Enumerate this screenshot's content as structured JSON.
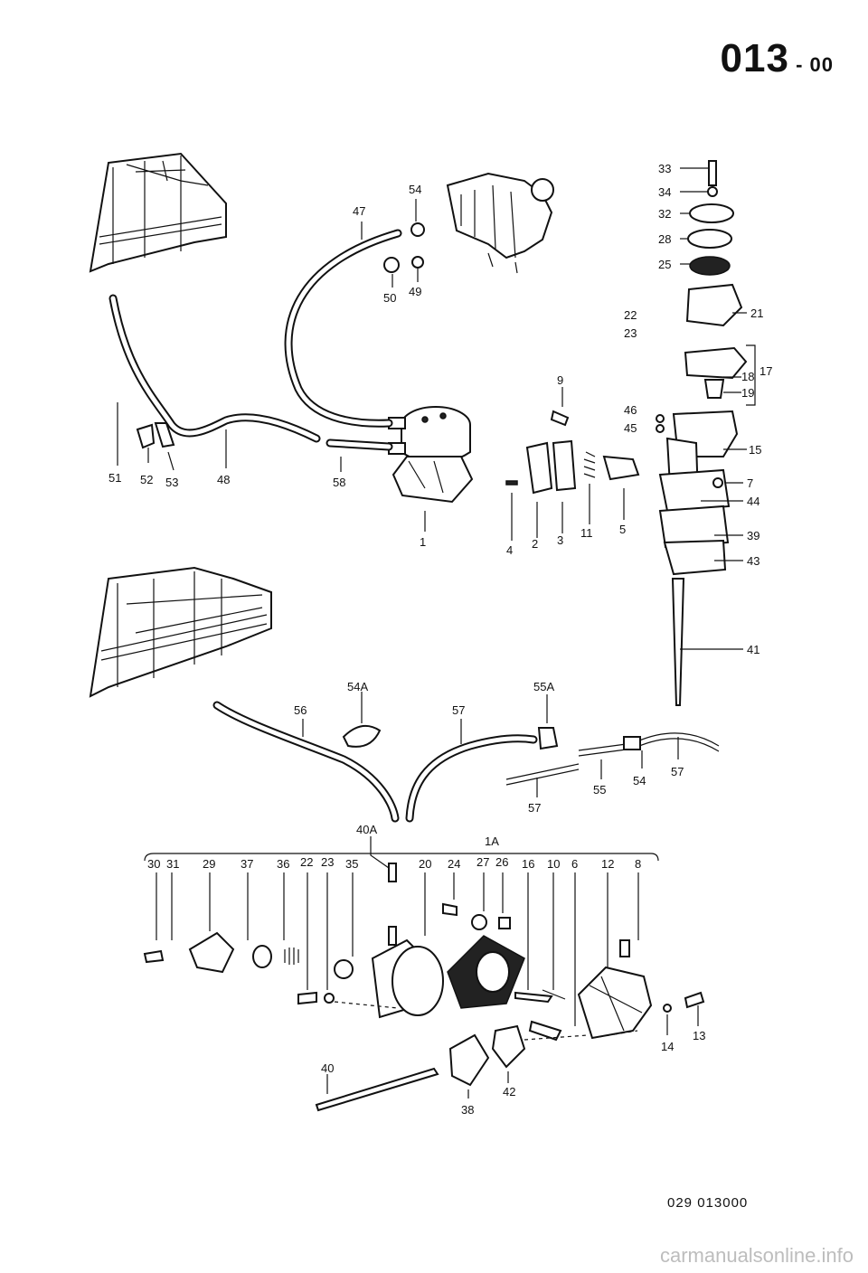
{
  "header": {
    "section_code": "013",
    "section_suffix": "00"
  },
  "footer": {
    "figure_id": "029 013000",
    "watermark": "carmanualsonline.info"
  },
  "labels": {
    "l1": "1",
    "l1a": "1A",
    "l2": "2",
    "l3": "3",
    "l4": "4",
    "l5": "5",
    "l6": "6",
    "l7": "7",
    "l8": "8",
    "l9": "9",
    "l10": "10",
    "l11": "11",
    "l12": "12",
    "l13": "13",
    "l14": "14",
    "l15": "15",
    "l16": "16",
    "l17": "17",
    "l18": "18",
    "l19": "19",
    "l20": "20",
    "l21": "21",
    "l22a": "22",
    "l22b": "22",
    "l23a": "23",
    "l23b": "23",
    "l24": "24",
    "l25": "25",
    "l26": "26",
    "l27": "27",
    "l28": "28",
    "l29": "29",
    "l30": "30",
    "l31": "31",
    "l32": "32",
    "l33": "33",
    "l34": "34",
    "l35": "35",
    "l36": "36",
    "l37": "37",
    "l38": "38",
    "l39": "39",
    "l40": "40",
    "l40a": "40A",
    "l41": "41",
    "l42": "42",
    "l43": "43",
    "l44": "44",
    "l45": "45",
    "l46": "46",
    "l47": "47",
    "l48": "48",
    "l49": "49",
    "l50": "50",
    "l51": "51",
    "l52": "52",
    "l53": "53",
    "l54a": "54",
    "l54b": "54",
    "l54A": "54A",
    "l55": "55",
    "l55A": "55A",
    "l56": "56",
    "l57a": "57",
    "l57b": "57",
    "l57c": "57",
    "l58": "58"
  }
}
